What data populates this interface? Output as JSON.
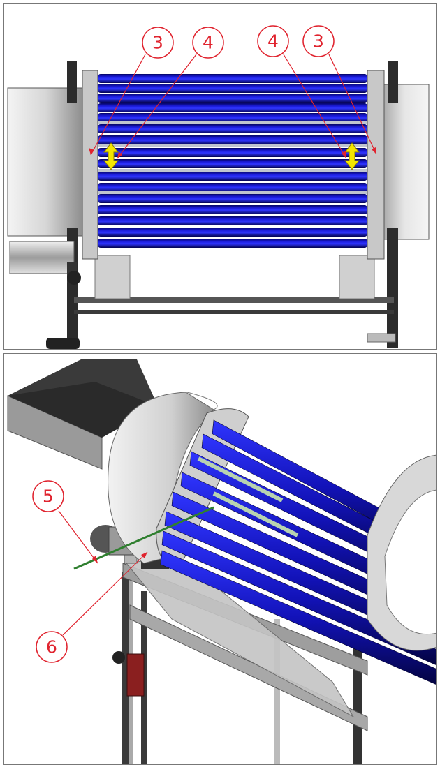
{
  "figure": {
    "top_view": {
      "callouts": [
        {
          "label": "3"
        },
        {
          "label": "4"
        },
        {
          "label": "4"
        },
        {
          "label": "3"
        }
      ]
    },
    "iso_view": {
      "callouts": [
        {
          "label": "5"
        },
        {
          "label": "6"
        }
      ]
    }
  },
  "colors": {
    "roller": "#1a1ad6",
    "roller_dark": "#050566",
    "callout": "#e0232e",
    "adjust_arrow": "#f5e600",
    "frame": "#2c2c2c",
    "drum": "#d9d9d9"
  }
}
